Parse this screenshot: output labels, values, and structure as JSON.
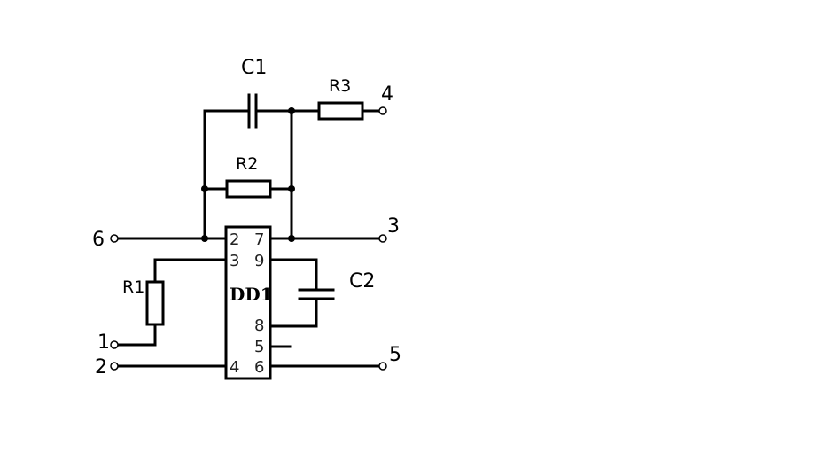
{
  "components": {
    "c1": "C1",
    "c2": "C2",
    "r1": "R1",
    "r2": "R2",
    "r3": "R3",
    "ic": "DD1"
  },
  "terminals": {
    "t1": "1",
    "t2": "2",
    "t3": "3",
    "t4": "4",
    "t5": "5",
    "t6": "6"
  },
  "ic_pins": {
    "left": [
      "2",
      "3",
      "4"
    ],
    "right": [
      "7",
      "9",
      "8",
      "5",
      "6"
    ]
  }
}
